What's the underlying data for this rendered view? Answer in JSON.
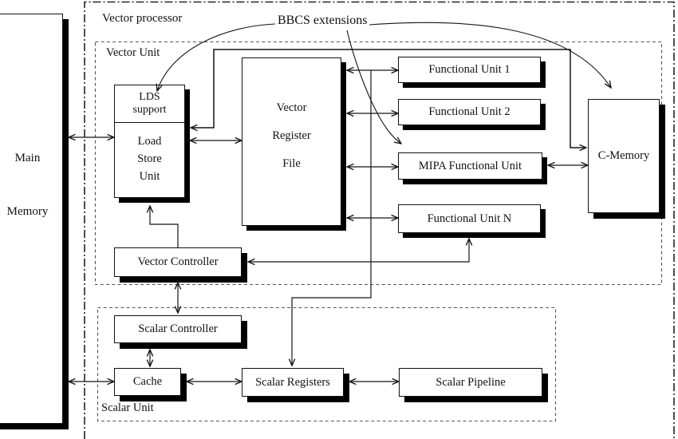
{
  "labels": {
    "vector_processor": "Vector processor",
    "vector_unit": "Vector Unit",
    "scalar_unit": "Scalar Unit",
    "bbcs_annotation": "BBCS extensions"
  },
  "boxes": {
    "main_memory": {
      "line1": "Main",
      "line2": "Memory"
    },
    "load_store_unit": {
      "header_line1": "LDS",
      "header_line2": "support",
      "body_line1": "Load",
      "body_line2": "Store",
      "body_line3": "Unit"
    },
    "vector_register_file": {
      "line1": "Vector",
      "line2": "Register",
      "line3": "File"
    },
    "functional_unit_1": {
      "label": "Functional Unit 1"
    },
    "functional_unit_2": {
      "label": "Functional Unit 2"
    },
    "mipa_functional_unit": {
      "label": "MIPA Functional Unit"
    },
    "functional_unit_n": {
      "label": "Functional Unit N"
    },
    "c_memory": {
      "label": "C-Memory"
    },
    "vector_controller": {
      "label": "Vector Controller"
    },
    "scalar_controller": {
      "label": "Scalar Controller"
    },
    "cache": {
      "label": "Cache"
    },
    "scalar_registers": {
      "label": "Scalar Registers"
    },
    "scalar_pipeline": {
      "label": "Scalar Pipeline"
    }
  },
  "colors": {
    "ink": "#111111",
    "wire": "#151515",
    "box_fill": "#ffffff",
    "shadow": "#000000",
    "dashed_border": "#555555"
  }
}
